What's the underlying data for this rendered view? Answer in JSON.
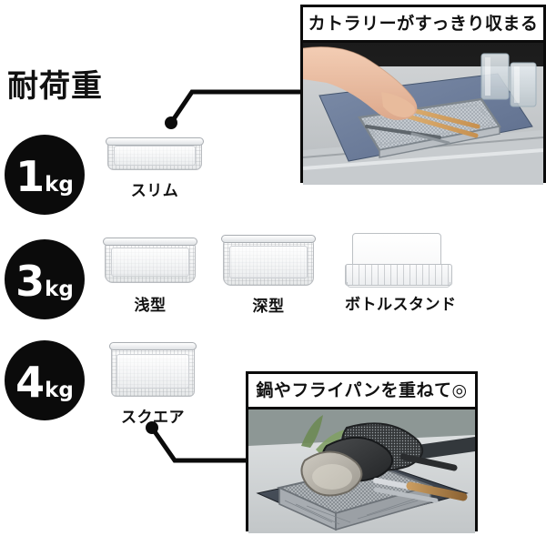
{
  "heading": "耐荷重",
  "rows": [
    {
      "badge": {
        "number": "1",
        "unit": "kg",
        "name": "load-badge-1kg"
      },
      "products": [
        {
          "label": "スリム",
          "name": "product-slim"
        }
      ]
    },
    {
      "badge": {
        "number": "3",
        "unit": "kg",
        "name": "load-badge-3kg"
      },
      "products": [
        {
          "label": "浅型",
          "name": "product-shallow"
        },
        {
          "label": "深型",
          "name": "product-deep"
        },
        {
          "label": "ボトルスタンド",
          "name": "product-bottle-stand"
        }
      ]
    },
    {
      "badge": {
        "number": "4",
        "unit": "kg",
        "name": "load-badge-4kg"
      },
      "products": [
        {
          "label": "スクエア",
          "name": "product-square"
        }
      ]
    }
  ],
  "callouts": [
    {
      "title": "カトラリーがすっきり収まる",
      "name": "callout-cutlery",
      "photo_description": "hand placing chopsticks and cutlery into slim mesh basket on blue drying mat with glasses"
    },
    {
      "title": "鍋やフライパンを重ねて◎",
      "name": "callout-pans",
      "photo_description": "pots and frying pans stacked in square mesh basket on dark grey drying mat"
    }
  ],
  "colors": {
    "badge_bg": "#0b0b0b",
    "badge_text": "#ffffff",
    "text": "#111111",
    "frame": "#0b0b0b",
    "background": "#ffffff",
    "basket_wire": "#b9bcc0"
  }
}
